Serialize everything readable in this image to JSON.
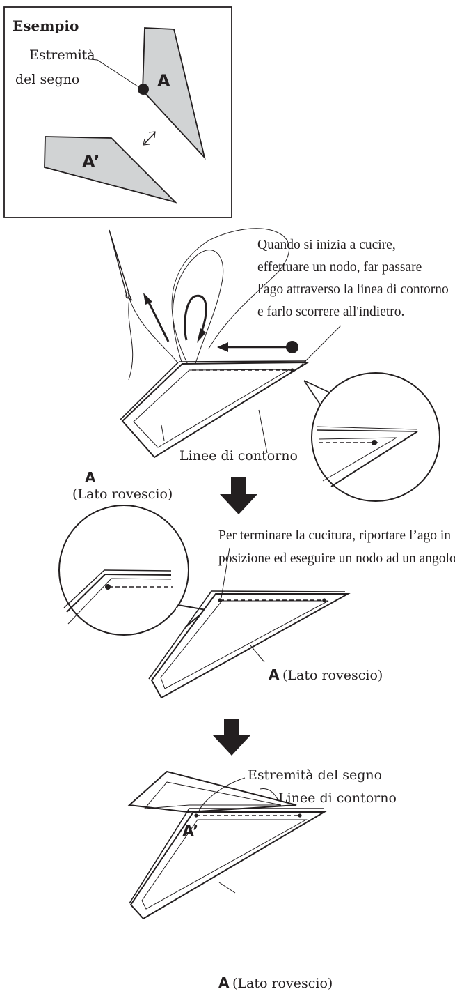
{
  "example_box": {
    "title": "Esempio",
    "mark_end_label_line1": "Estremità",
    "mark_end_label_line2": "del segno",
    "piece_a": "A",
    "piece_a_prime": "A’"
  },
  "step1": {
    "instruction_lines": [
      "Quando si inizia a cucire,",
      "effettuare un nodo, far passare",
      "l'ago attraverso la linea di contorno",
      "e farlo scorrere all'indietro."
    ],
    "contour_label": "Linee di contorno",
    "piece_label": "A",
    "piece_side": "(Lato rovescio)"
  },
  "step2": {
    "instruction_lines": [
      "Per terminare la cucitura, riportare l’ago in",
      "posizione ed eseguire un nodo ad un angolo."
    ],
    "piece_label": "A",
    "piece_side": "(Lato rovescio)"
  },
  "step3": {
    "mark_end_label": "Estremità del segno",
    "contour_label": "Linee di contorno",
    "piece_a_prime": "A’",
    "piece_label": "A",
    "piece_side": "(Lato rovescio)"
  },
  "icons": {
    "flow_arrow": "down-arrow-icon",
    "needle": "needle-icon"
  }
}
